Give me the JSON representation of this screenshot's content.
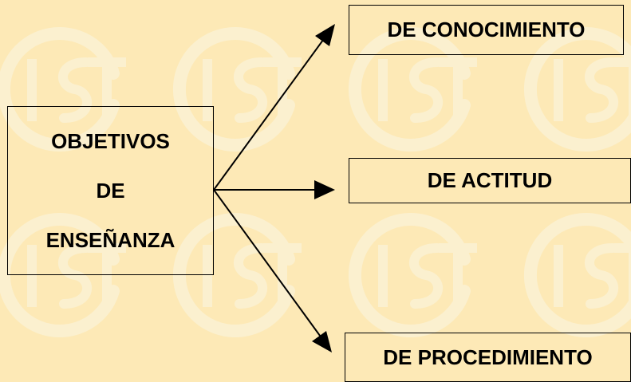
{
  "diagram": {
    "source": {
      "lines": [
        "OBJETIVOS",
        "DE",
        "ENSEÑANZA"
      ]
    },
    "targets": [
      {
        "label": "DE CONOCIMIENTO"
      },
      {
        "label": "DE ACTITUD"
      },
      {
        "label": "DE PROCEDIMIENTO"
      }
    ]
  },
  "background": {
    "color": "#fde9b6",
    "watermark_text": "IST",
    "watermark_color": "#fbf0cf"
  },
  "colors": {
    "line": "#000000",
    "text": "#000000"
  }
}
